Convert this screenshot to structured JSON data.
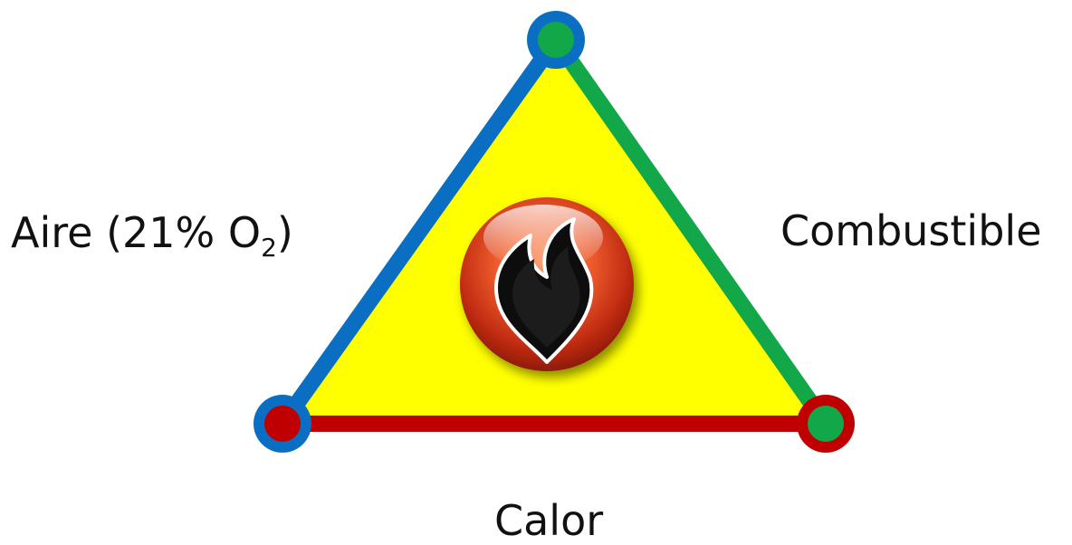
{
  "labels": {
    "left_main": "Aire (21% O",
    "left_subscript": "2",
    "left_close": ")",
    "right": "Combustible",
    "bottom": "Calor"
  },
  "colors": {
    "fill": "#ffff00",
    "left_side": "#0a6fc2",
    "right_side": "#12a84a",
    "bottom_side": "#c00000",
    "center_icon": "#e2471f"
  },
  "icons": {
    "center": "fire-icon"
  }
}
